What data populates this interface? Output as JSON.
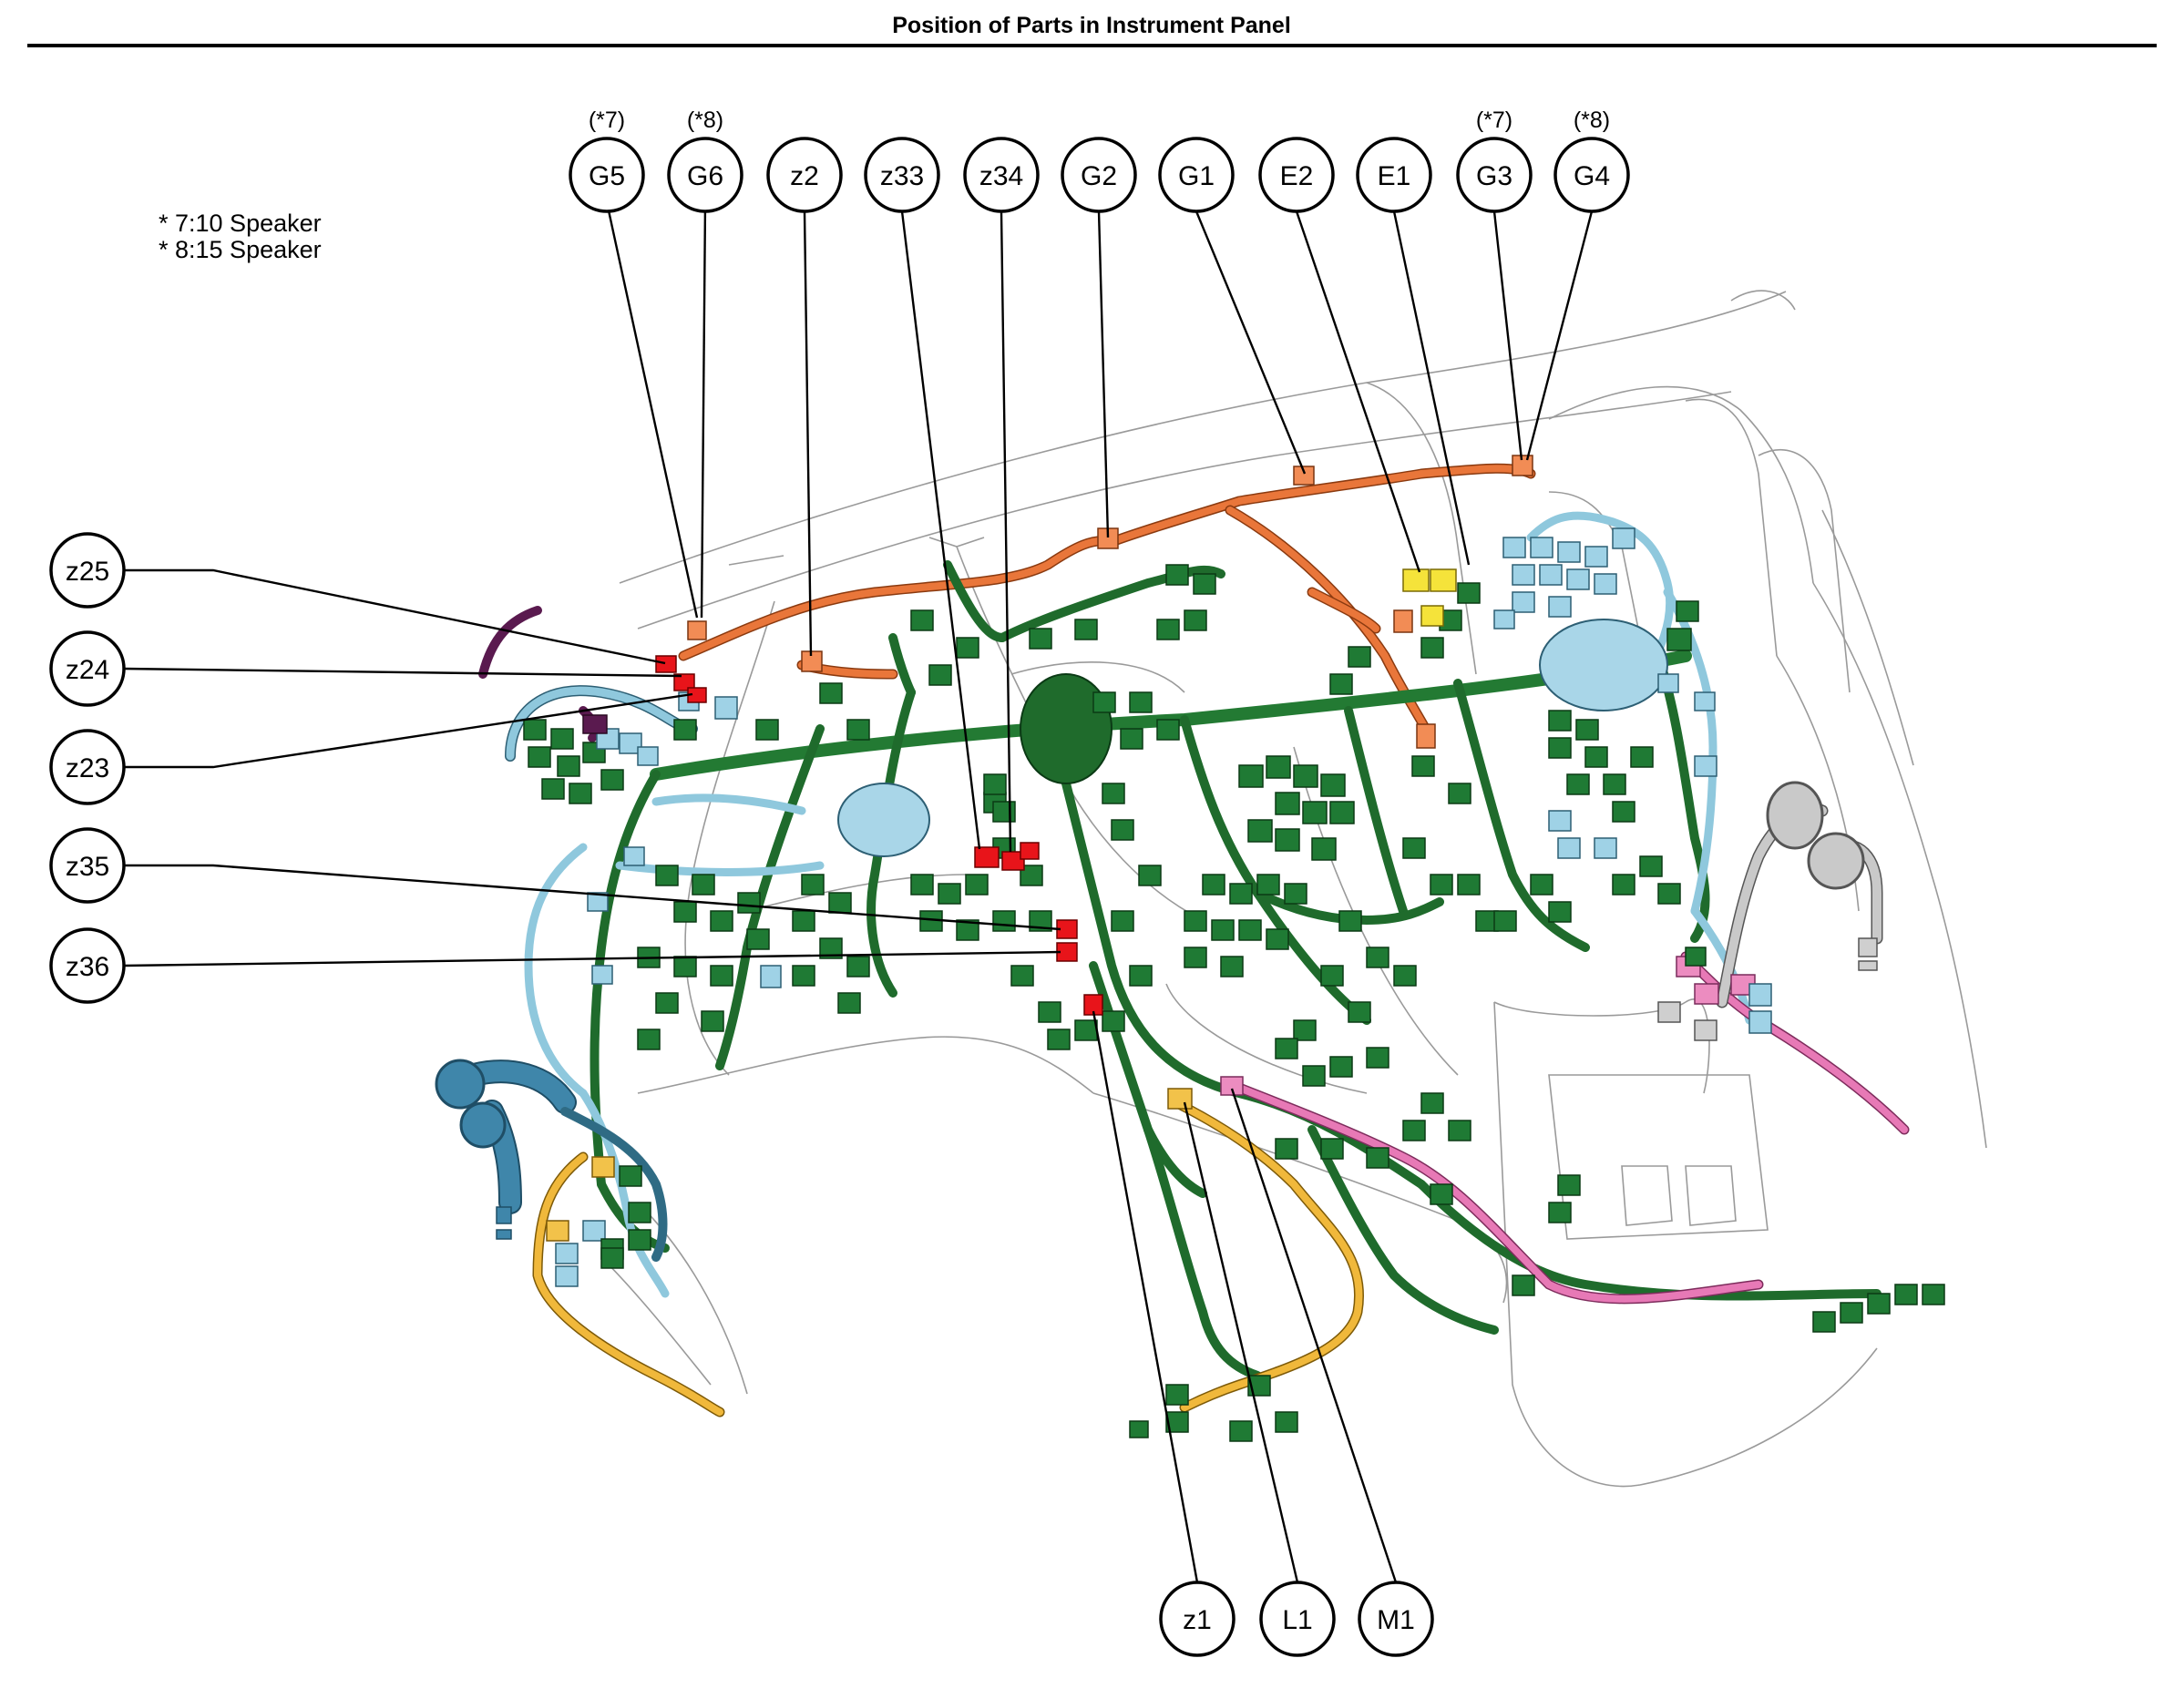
{
  "title": "Position of Parts in Instrument Panel",
  "notes": [
    "* 7:10 Speaker",
    "* 8:15 Speaker"
  ],
  "callouts": {
    "G5": {
      "label": "G5",
      "sub": "(*7)"
    },
    "G6": {
      "label": "G6",
      "sub": "(*8)"
    },
    "z2": {
      "label": "z2"
    },
    "z33": {
      "label": "z33"
    },
    "z34": {
      "label": "z34"
    },
    "G2": {
      "label": "G2"
    },
    "G1": {
      "label": "G1"
    },
    "E2": {
      "label": "E2"
    },
    "E1": {
      "label": "E1"
    },
    "G3": {
      "label": "G3",
      "sub": "(*7)"
    },
    "G4": {
      "label": "G4",
      "sub": "(*8)"
    },
    "z25": {
      "label": "z25"
    },
    "z24": {
      "label": "z24"
    },
    "z23": {
      "label": "z23"
    },
    "z35": {
      "label": "z35"
    },
    "z36": {
      "label": "z36"
    },
    "z1": {
      "label": "z1"
    },
    "L1": {
      "label": "L1"
    },
    "M1": {
      "label": "M1"
    }
  },
  "colors": {
    "harness_main": "#1f7a34",
    "harness_light_blue": "#9fd2e6",
    "harness_orange": "#e9763a",
    "harness_yellow": "#f0b83b",
    "harness_pink": "#e779b6",
    "harness_gray": "#c9c9c9",
    "harness_steel_blue": "#3f86aa",
    "harness_purple": "#5a1a4f",
    "highlight_connector": "#e8141a",
    "ground_point": "#f28c55",
    "junction_connector": "#f5e33a"
  }
}
